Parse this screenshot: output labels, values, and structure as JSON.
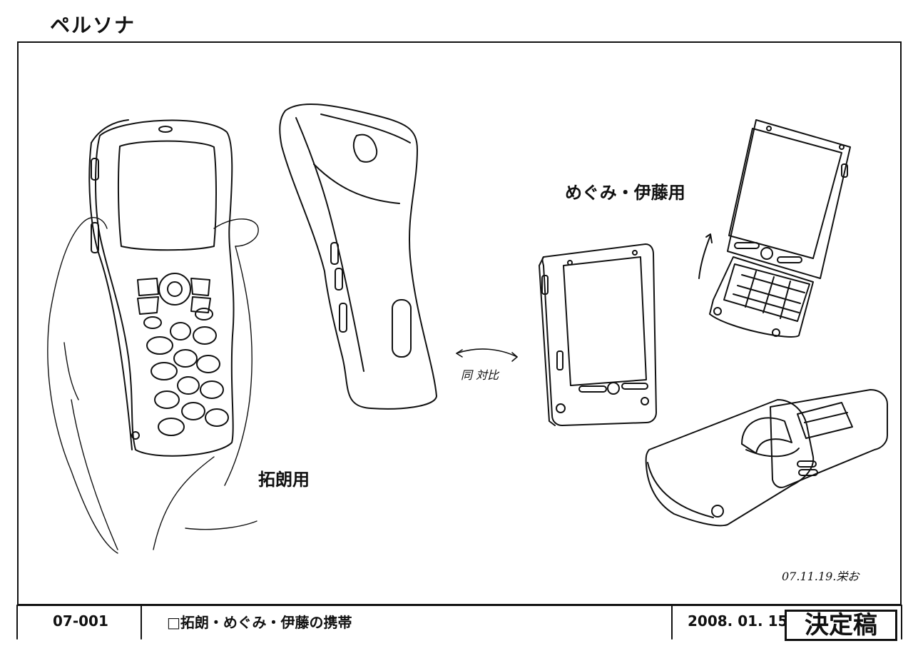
{
  "header": {
    "title": "ペルソナ"
  },
  "labels": {
    "takuro": "拓朗用",
    "megumi": "めぐみ・伊藤用",
    "contrast_note": "同 対比",
    "signature_date": "07.11.19.栄お"
  },
  "footer": {
    "code": "07-001",
    "caption": "□拓朗・めぐみ・伊藤の携帯",
    "date": "2008. 01. 15",
    "status": "決定稿"
  }
}
